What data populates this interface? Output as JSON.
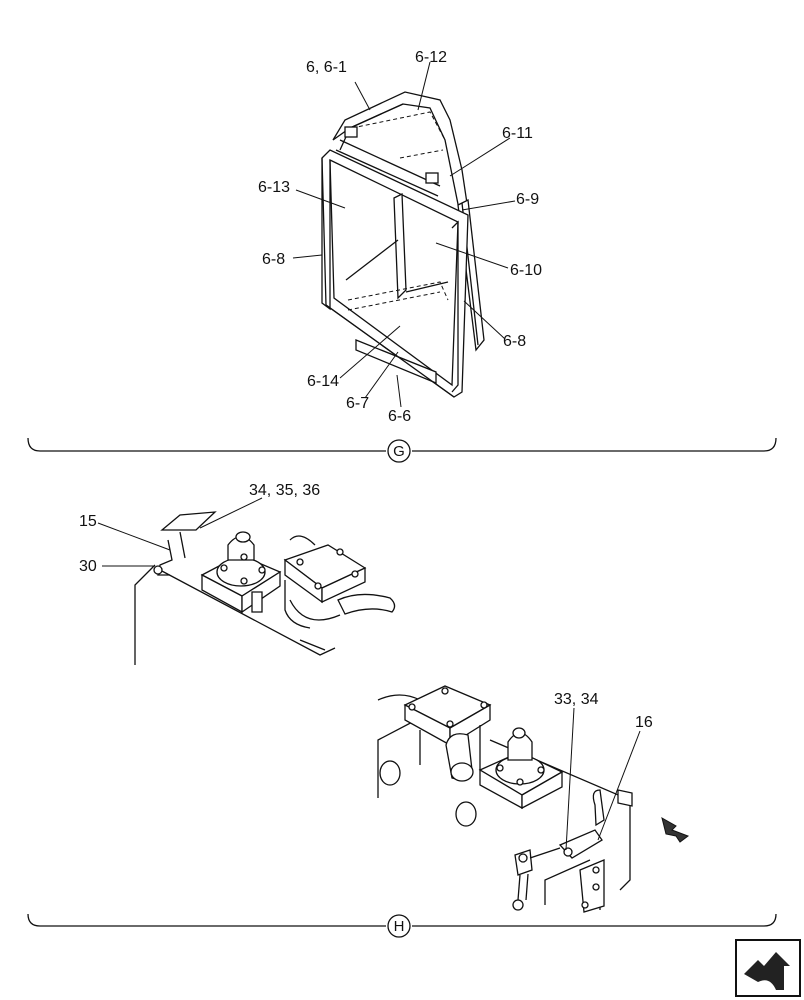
{
  "callouts_upper": [
    {
      "id": "c-6-6-1",
      "text": "6, 6-1"
    },
    {
      "id": "c-6-12",
      "text": "6-12"
    },
    {
      "id": "c-6-11",
      "text": "6-11"
    },
    {
      "id": "c-6-13",
      "text": "6-13"
    },
    {
      "id": "c-6-9",
      "text": "6-9"
    },
    {
      "id": "c-6-8a",
      "text": "6-8"
    },
    {
      "id": "c-6-10",
      "text": "6-10"
    },
    {
      "id": "c-6-8b",
      "text": "6-8"
    },
    {
      "id": "c-6-14",
      "text": "6-14"
    },
    {
      "id": "c-6-7",
      "text": "6-7"
    },
    {
      "id": "c-6-6",
      "text": "6-6"
    }
  ],
  "callouts_lower": [
    {
      "id": "c-34-35-36",
      "text": "34, 35, 36"
    },
    {
      "id": "c-15",
      "text": "15"
    },
    {
      "id": "c-30",
      "text": "30"
    },
    {
      "id": "c-33-34",
      "text": "33, 34"
    },
    {
      "id": "c-16",
      "text": "16"
    }
  ],
  "sections": {
    "g": "G",
    "h": "H"
  },
  "nav_icon": "next-page-arrow-icon"
}
